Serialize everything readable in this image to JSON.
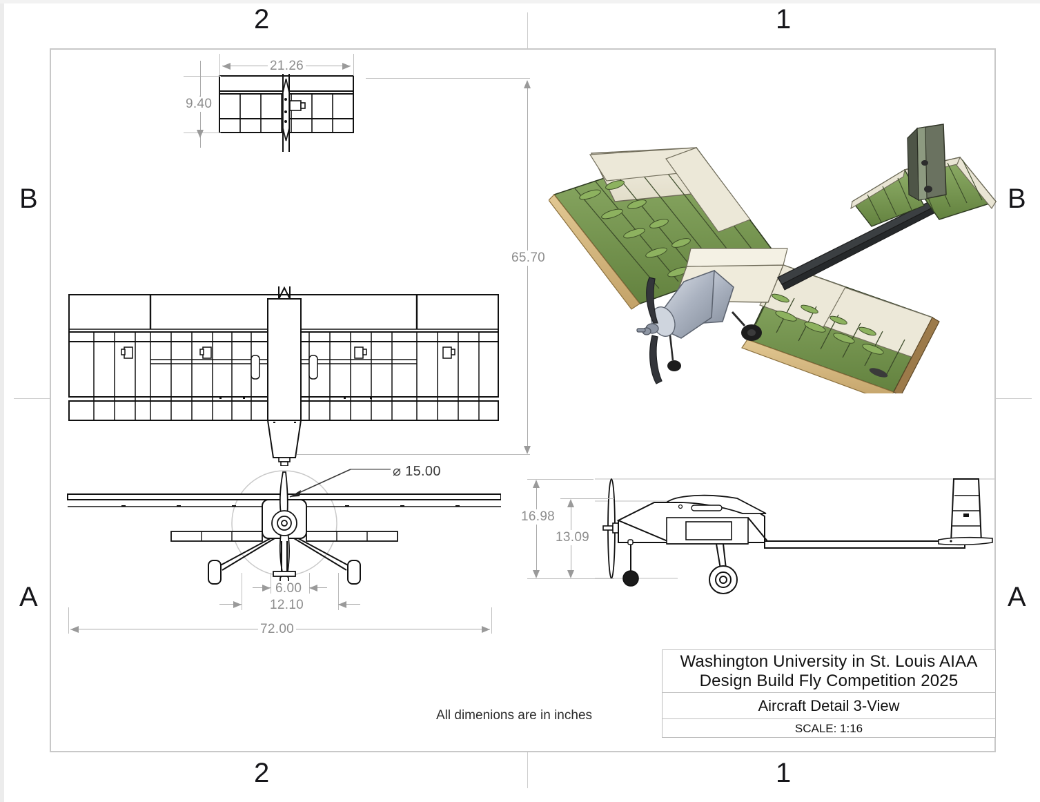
{
  "sheet": {
    "zones": {
      "top": [
        "2",
        "1"
      ],
      "bottom": [
        "2",
        "1"
      ],
      "left": [
        "B",
        "A"
      ],
      "right": [
        "B",
        "A"
      ]
    }
  },
  "notes": {
    "units_note": "All dimenions are in inches"
  },
  "title_block": {
    "organization_line1": "Washington University in St. Louis AIAA",
    "organization_line2": "Design Build Fly Competition 2025",
    "drawing_title": "Aircraft Detail 3-View",
    "scale": "SCALE: 1:16"
  },
  "dimensions": {
    "tail_span": "21.26",
    "tail_chord": "9.40",
    "overall_length": "65.70",
    "prop_diameter": "⌀ 15.00",
    "main_gear_track": "6.00",
    "gear_track_outer": "12.10",
    "wing_span": "72.00",
    "overall_height": "16.98",
    "prop_clearance_height": "13.09"
  },
  "views": {
    "top_view": "top-view-aircraft",
    "tail_detail_view": "tail-top-view",
    "front_view": "front-view-aircraft",
    "side_view": "side-view-aircraft",
    "isometric_view": "isometric-render-aircraft"
  },
  "colors": {
    "frame": "#c8c8c8",
    "dimension": "#8d8d8d",
    "outline": "#111111",
    "rib_green": "#7da05a",
    "rib_green_dark": "#5d7a3e",
    "covering_cream": "#ece7d5",
    "spar_tan": "#d8bb87",
    "nose_silver": "#b9c0cc",
    "boom_dark": "#3a3a3a"
  }
}
